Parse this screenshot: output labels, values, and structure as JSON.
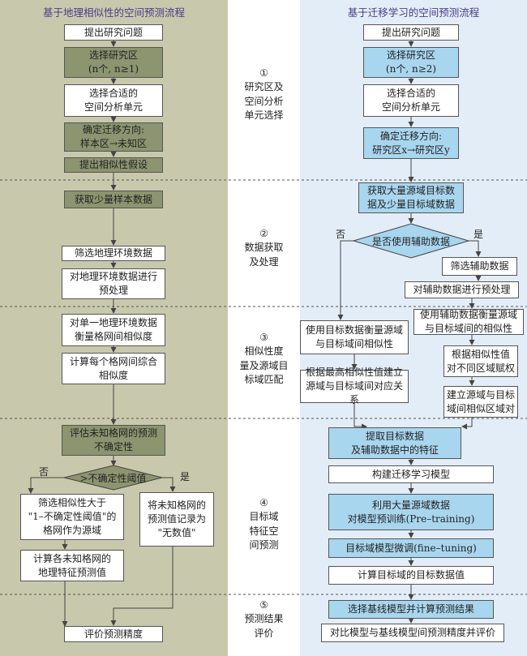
{
  "left_title": "基于地理相似性的空间预测流程",
  "right_title": "基于迁移学习的空间预测流程",
  "stages": [
    {
      "num": "①",
      "text": "研究区及\n空间分析\n单元选择"
    },
    {
      "num": "②",
      "text": "数据获取\n及处理"
    },
    {
      "num": "③",
      "text": "相似性度\n量及源域目\n标域匹配"
    },
    {
      "num": "④",
      "text": "目标域\n特征空\n间预测"
    },
    {
      "num": "⑤",
      "text": "预测结果\n评价"
    }
  ],
  "left": {
    "b1": "提出研究问题",
    "b2": "选择研究区\n(n个, n≥1)",
    "b3": "选择合适的\n空间分析单元",
    "b4": "确定迁移方向:\n样本区→未知区",
    "b5": "提出相似性假设",
    "b6": "获取少量样本数据",
    "b7": "筛选地理环境数据",
    "b8": "对地理环境数据进行\n预处理",
    "b9": "对单一地理环境数据\n衡量格网间相似度",
    "b10": "计算每个格网间综合\n相似度",
    "b11": "评估未知格网的预测\n不确定性",
    "diamond": ">不确定性阈值",
    "no": "否",
    "yes": "是",
    "b12": "筛选相似性大于\n\"1–不确定性阈值\"的\n格网作为源域",
    "b13": "将未知格网的\n预测值记录为\n\"无数值\"",
    "b14": "计算各未知格网的\n地理特征预测值",
    "b15": "评价预测精度"
  },
  "right": {
    "b1": "提出研究问题",
    "b2": "选择研究区\n(n个, n≥2)",
    "b3": "选择合适的\n空间分析单元",
    "b4": "确定迁移方向:\n研究区x→研究区y",
    "b5": "获取大量源域目标数\n据及少量目标域数据",
    "diamond": "是否使用辅助数据",
    "no": "否",
    "yes": "是",
    "b6": "筛选辅助数据",
    "b7": "对辅助数据进行预处理",
    "b8": "使用目标数据衡量源域\n与目标域间相似性",
    "b9": "使用辅助数据衡量源域\n与目标域间的相似性",
    "b10": "根据相似性值\n对不同区域赋权",
    "b11": "根据最高相似性值建立\n源域与目标域间对应关系",
    "b12": "建立源域与目标\n域间相似区域对",
    "b13": "提取目标数据\n及辅助数据中的特征",
    "b14": "构建迁移学习模型",
    "b15": "利用大量源域数据\n对模型预训练(Pre–training)",
    "b16": "目标域模型微调(fine–tuning)",
    "b17": "计算目标域的目标数据值",
    "b18": "选择基线模型并计算预测结果",
    "b19": "对比模型与基线模型间预测精度并评价"
  }
}
